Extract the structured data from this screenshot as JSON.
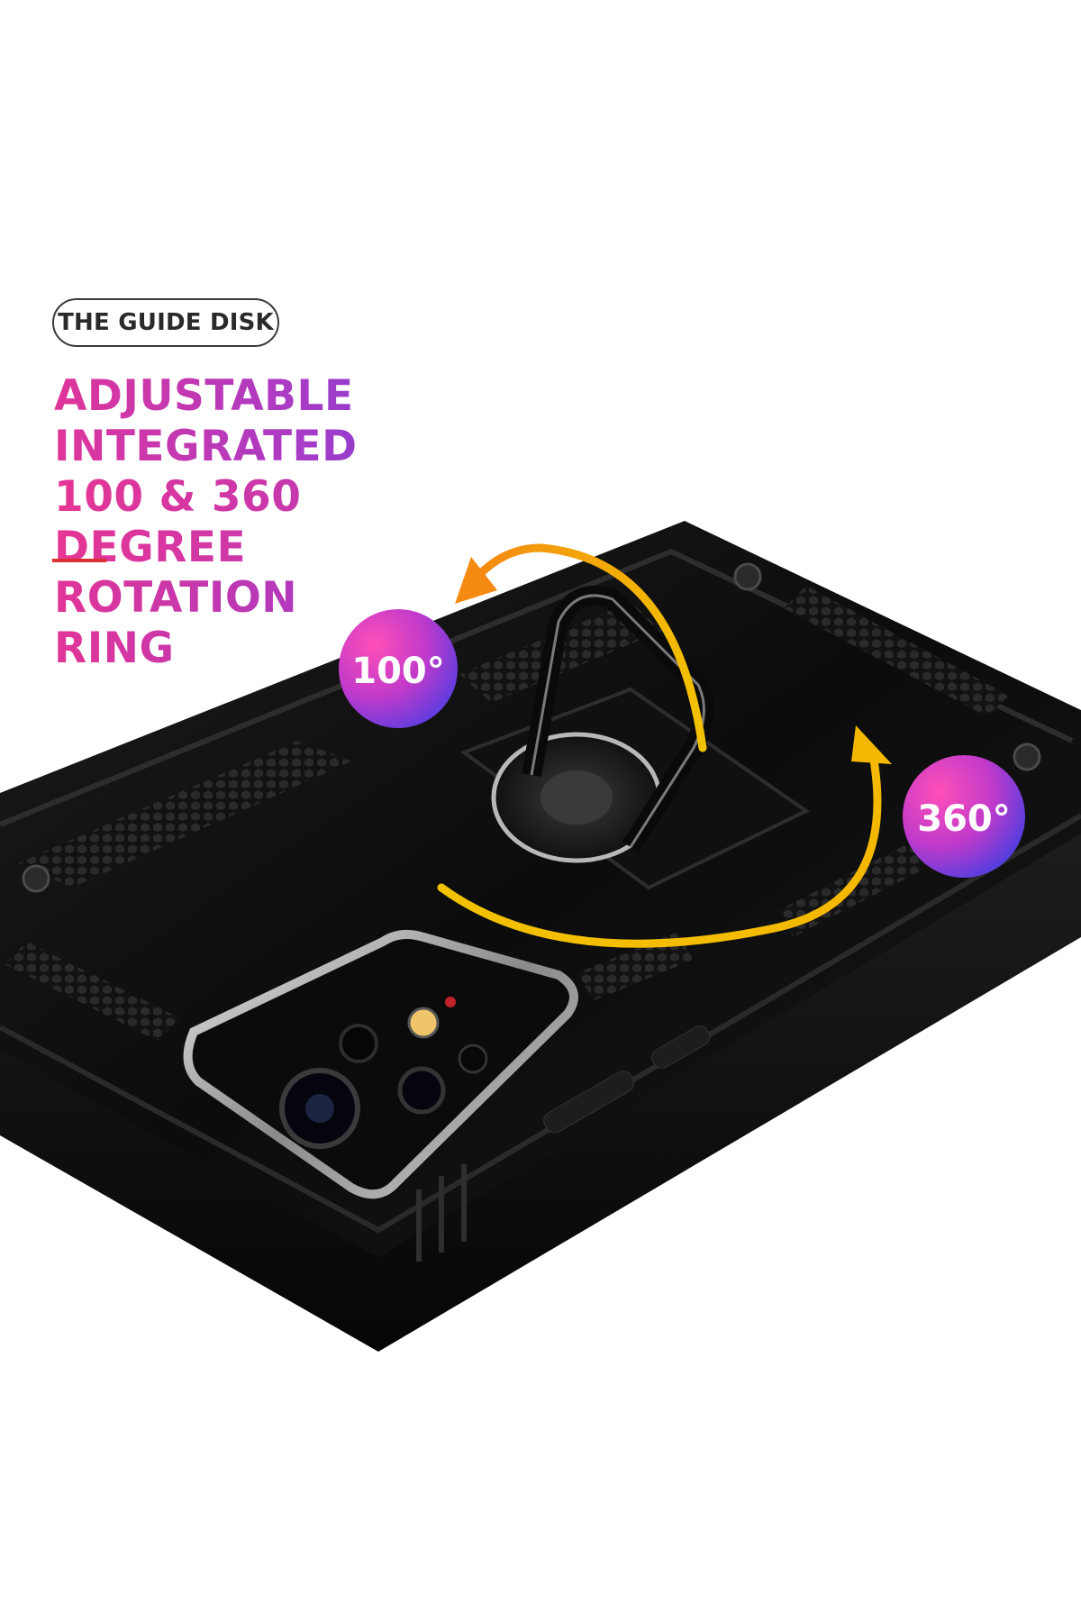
{
  "badge": {
    "label": "THE GUIDE DISK"
  },
  "headline": {
    "line1": "ADJUSTABLE INTEGRATED",
    "line2": "100 & 360 DEGREE",
    "line3": "ROTATION RING"
  },
  "angles": {
    "first": "100°",
    "second": "360°"
  },
  "colors": {
    "accent_pink": "#e0359a",
    "accent_blue": "#3c3ee0",
    "accent_red": "#d93131",
    "arrow_yellow": "#f2c200",
    "arrow_orange": "#f58a12",
    "case": "#101010"
  },
  "icons": [
    "rotate-arrow-icon",
    "ring-holder-icon",
    "camera-lens-icon"
  ]
}
